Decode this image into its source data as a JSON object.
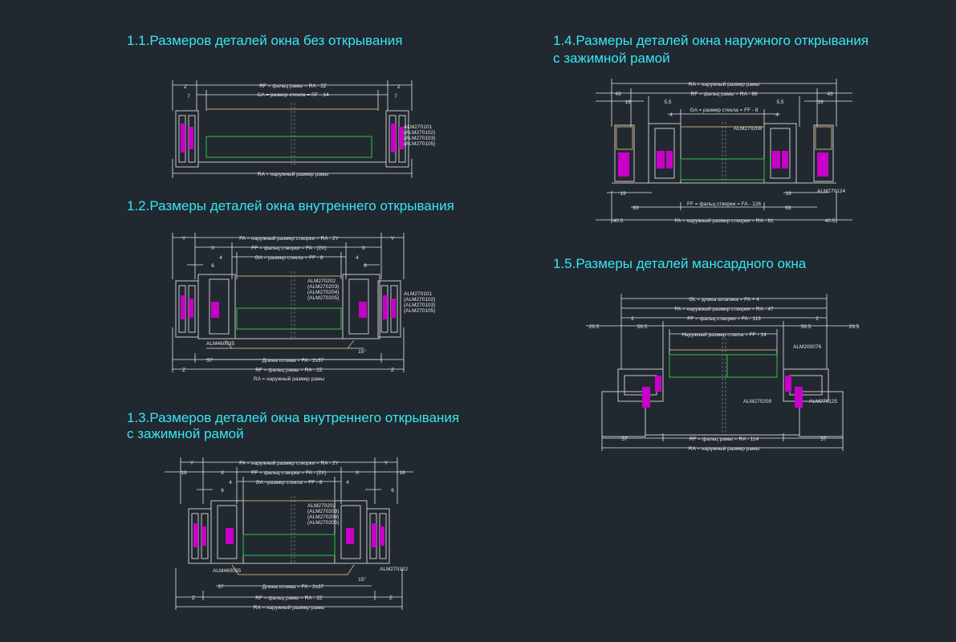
{
  "colors": {
    "background": "#212830",
    "heading": "#37e7f2",
    "dimension": "#e6e6e6",
    "profile": "#c8c8c8",
    "seal": "#c800c8",
    "glass": "#2ec43b",
    "bead": "#c8a96e",
    "accent_text": "#e6e6e6"
  },
  "sections": {
    "s11": {
      "title": "1.1.Размеров деталей окна без открывания",
      "dims": {
        "top_left": "Z",
        "top_right": "Z",
        "rf": "RF = фальц рамы = RA - 2Z",
        "ga": "GA = размер стекла = RF - 14",
        "seven_l": "7",
        "seven_r": "7",
        "ra": "RA = наружный размер рамы"
      },
      "codes": [
        "ALM270101",
        "(ALM270102)",
        "(ALM270103)",
        "(ALM270105)"
      ]
    },
    "s12": {
      "title": "1.2.Размеры деталей окна внутреннего открывания",
      "dims": {
        "y_l": "Y",
        "y_r": "Y",
        "fa": "FA = наружный размер створки = RA - 2Y",
        "x_l": "X",
        "x_r": "X",
        "ff": "FF = фальц створки = FA - (2X)",
        "four_l": "4",
        "four_r": "4",
        "ga": "GA = размер стекла = FF - 8",
        "six_l": "6",
        "six_r": "6",
        "thirty_seven": "37",
        "drip": "Длина отлива = FA - 2x37",
        "drip_angle": "15°",
        "z_l": "Z",
        "z_r": "Z",
        "rf": "RF = фальц рамы = RA - 2Z",
        "ra": "RA = наружный размер рамы"
      },
      "codes_sash": [
        "ALM270202",
        "(ALM270203)",
        "(ALM270204)",
        "(ALM270205)"
      ],
      "codes_frame": [
        "ALM270101",
        "(ALM270102)",
        "(ALM270103)",
        "(ALM270105)"
      ],
      "drip_code": "ALM460035"
    },
    "s13": {
      "title_line1": "1.3.Размеров деталей окна внутреннего открывания",
      "title_line2": "с зажимной рамой",
      "dims": {
        "y_l": "Y",
        "y_r": "Y",
        "sixteen_l": "16",
        "sixteen_r": "16",
        "fa": "FA = наружный размер створки = RA - 2Y",
        "x_l": "X",
        "x_r": "X",
        "ff": "FF = фальц створки = FA - (2X)",
        "four_l": "4",
        "four_r": "4",
        "ga": "GA =размер стекла = FF - 8",
        "six_l": "6",
        "six_r": "6",
        "thirty_seven": "37",
        "drip": "Длина отлива = FA - 2x37",
        "drip_angle": "15°",
        "z_l": "Z",
        "z_r": "Z",
        "rf": "RF = фальц рамы = RA - 2Z",
        "ra": "RA = наружный размер рамы"
      },
      "codes_sash": [
        "ALM270202",
        "(ALM270203)",
        "(ALM270204)",
        "(ALM270205)"
      ],
      "frame_code": "ALM270122",
      "drip_code": "ALM460035"
    },
    "s14": {
      "title_line1": "1.4.Размеры деталей окна наружного открывания",
      "title_line2": "с зажимной рамой",
      "dims": {
        "ra": "RA = наружный размер рамы",
        "rf": "RF = фальц рамы = RA - 86",
        "fortythree_l": "43",
        "fortythree_r": "43",
        "sixteen_l": "16",
        "sixteen_r": "16",
        "five5_l": "5.5",
        "five5_r": "5.5",
        "ga": "GA = размер стекла = FF - 8",
        "four_l": "4",
        "four_r": "4",
        "nineteen_l": "19",
        "nineteen_r": "19",
        "ff": "FF = фальц створки = FA - 126",
        "sixtythree_l": "63",
        "sixtythree_r": "63",
        "fa": "FA = наружный размер створки = RA - 81",
        "forty5_l": "40.5",
        "forty5_r": "40.5"
      },
      "sash_code": "ALM270208",
      "frame_code": "ALM270124"
    },
    "s15": {
      "title": "1.5.Размеры деталей мансардного окна",
      "dims": {
        "gl": "GL = длина штапика = FA + 4",
        "fa": "FA = наружный размер створки = RA - 47",
        "two_l": "2",
        "two_r": "2",
        "ff": "FF = фальц створки = FA - 113",
        "twentythree5_l": "23.5",
        "twentythree5_r": "23.5",
        "fiftysix5_l": "56.5",
        "fiftysix5_r": "56.5",
        "glass": "Наружный размер стекла = FF - 14",
        "fiftyseven_l": "57",
        "fiftyseven_r": "57",
        "rf": "RF = фальц рамы = RA - 114",
        "ra": "RA = наружный размер рамы"
      },
      "codes": {
        "top_right": "ALM200076",
        "mid": "ALM270209",
        "right": "ALM270125"
      }
    }
  }
}
